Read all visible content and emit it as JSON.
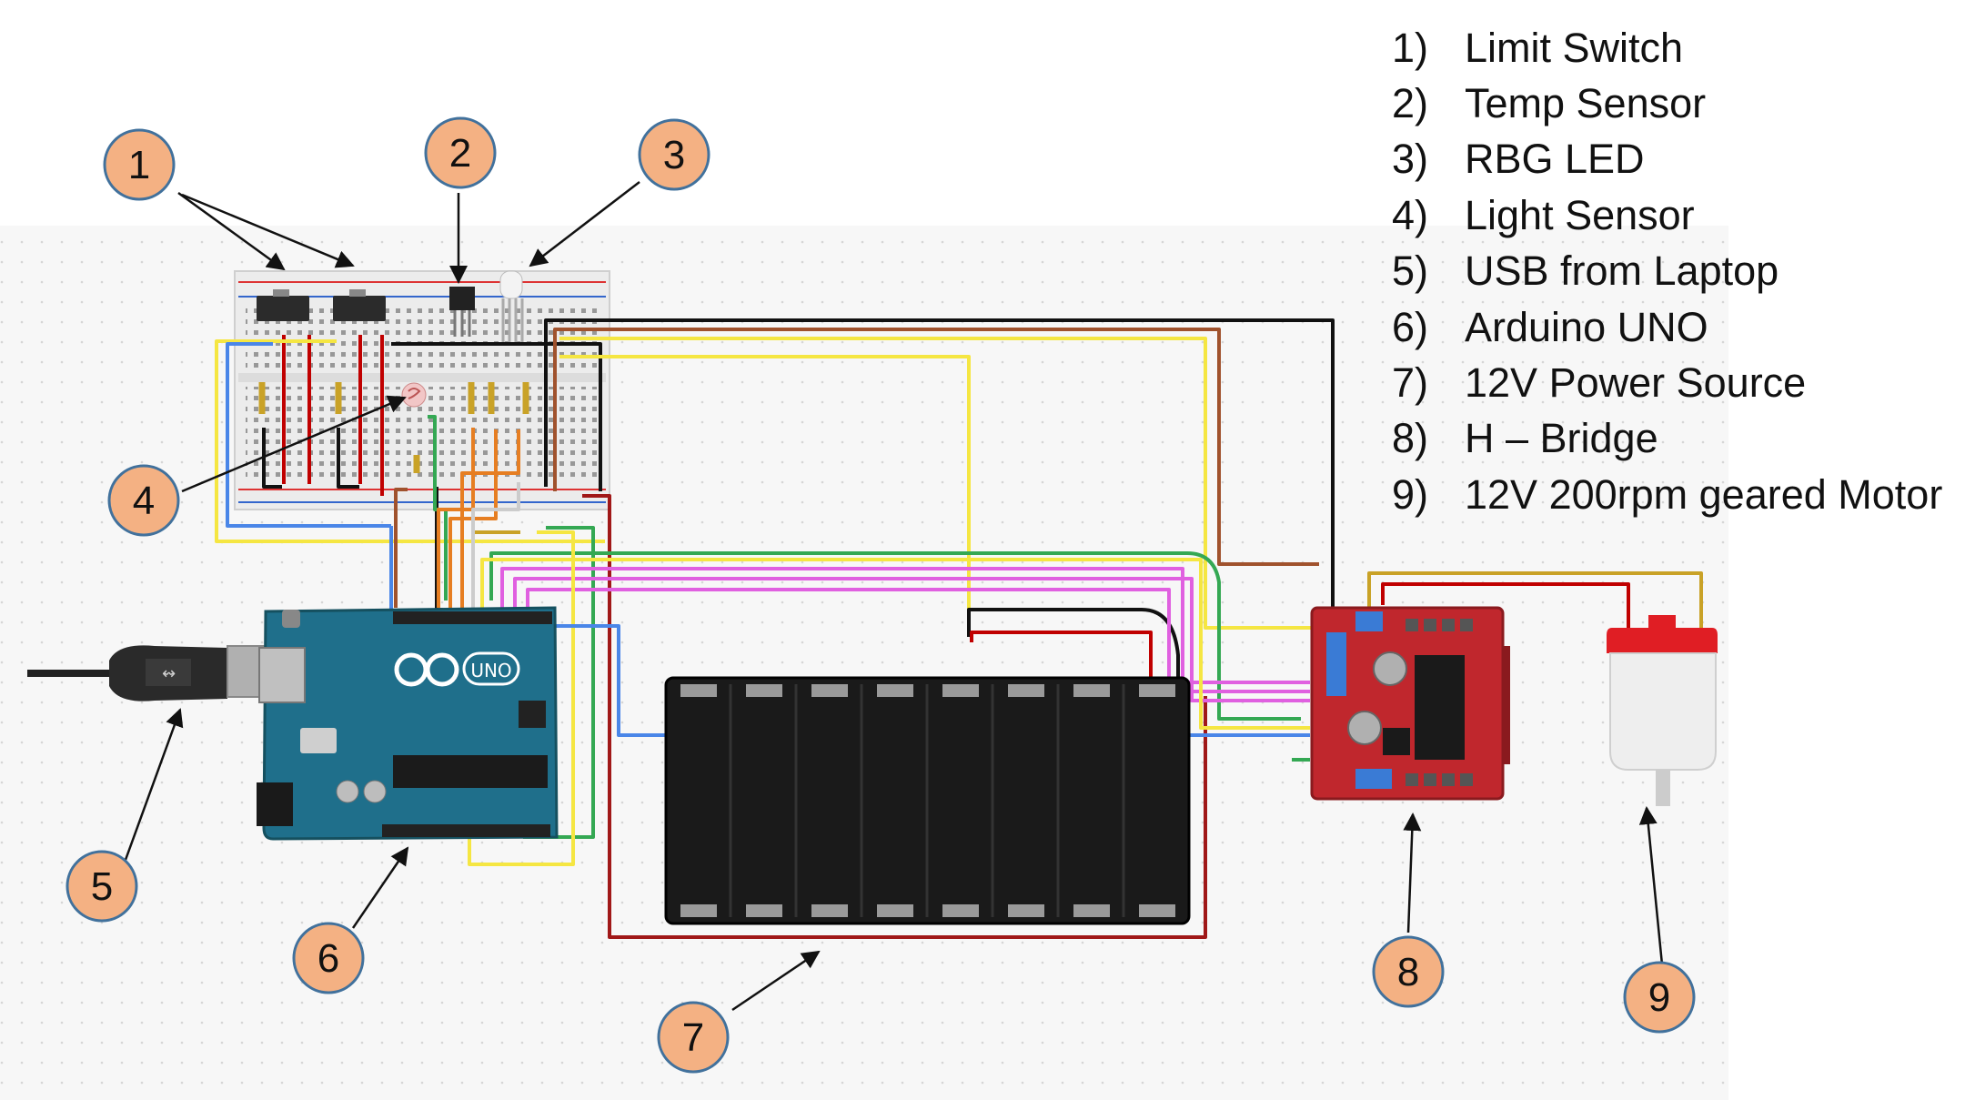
{
  "colors": {
    "callout_fill": "#f4b183",
    "callout_stroke": "#41719c",
    "wire_red": "#c00000",
    "wire_yellow": "#f5e642",
    "wire_black": "#111111",
    "wire_brown": "#a0522d",
    "wire_blue": "#4a86e8",
    "wire_green": "#34a853",
    "wire_pink": "#e060e0",
    "wire_orange": "#e67e22",
    "wire_gold": "#c9a227",
    "arduino_board": "#1f6f8b",
    "hbridge_board": "#c0272d",
    "battery_holder": "#1a1a1a",
    "motor_cap": "#e01e24"
  },
  "callouts": [
    {
      "id": 1,
      "label": "1"
    },
    {
      "id": 2,
      "label": "2"
    },
    {
      "id": 3,
      "label": "3"
    },
    {
      "id": 4,
      "label": "4"
    },
    {
      "id": 5,
      "label": "5"
    },
    {
      "id": 6,
      "label": "6"
    },
    {
      "id": 7,
      "label": "7"
    },
    {
      "id": 8,
      "label": "8"
    },
    {
      "id": 9,
      "label": "9"
    }
  ],
  "legend": [
    {
      "num": "1)",
      "label": "Limit Switch"
    },
    {
      "num": "2)",
      "label": "Temp Sensor"
    },
    {
      "num": "3)",
      "label": "RBG LED"
    },
    {
      "num": "4)",
      "label": "Light Sensor"
    },
    {
      "num": "5)",
      "label": "USB from Laptop"
    },
    {
      "num": "6)",
      "label": "Arduino UNO"
    },
    {
      "num": "7)",
      "label": "12V Power Source"
    },
    {
      "num": "8)",
      "label": "H – Bridge"
    },
    {
      "num": "9)",
      "label": "12V 200rpm geared Motor"
    }
  ],
  "arduino": {
    "logo_text": "UNO"
  }
}
